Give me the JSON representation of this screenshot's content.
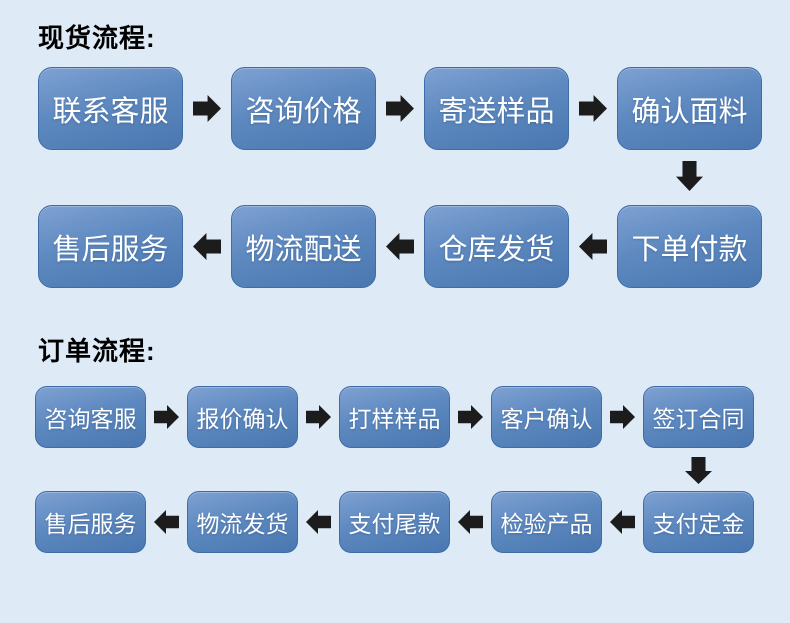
{
  "colors": {
    "background": "#deebf7",
    "box_gradient_top": "#7fa1d2",
    "box_gradient_bottom": "#4a77b0",
    "box_border": "#3e6ca6",
    "box_text": "#ffffff",
    "arrow": "#1c1c1c",
    "title_text": "#000000"
  },
  "icons": {
    "right_arrow": "arrow-right-icon",
    "left_arrow": "arrow-left-icon",
    "down_arrow": "arrow-down-icon"
  },
  "flows": [
    {
      "title": "现货流程:",
      "rows": [
        {
          "direction": "right",
          "steps": [
            "联系客服",
            "咨询价格",
            "寄送样品",
            "确认面料"
          ]
        },
        {
          "direction": "left",
          "steps": [
            "售后服务",
            "物流配送",
            "仓库发货",
            "下单付款"
          ]
        }
      ]
    },
    {
      "title": "订单流程:",
      "rows": [
        {
          "direction": "right",
          "steps": [
            "咨询客服",
            "报价确认",
            "打样样品",
            "客户确认",
            "签订合同"
          ]
        },
        {
          "direction": "left",
          "steps": [
            "售后服务",
            "物流发货",
            "支付尾款",
            "检验产品",
            "支付定金"
          ]
        }
      ]
    }
  ]
}
